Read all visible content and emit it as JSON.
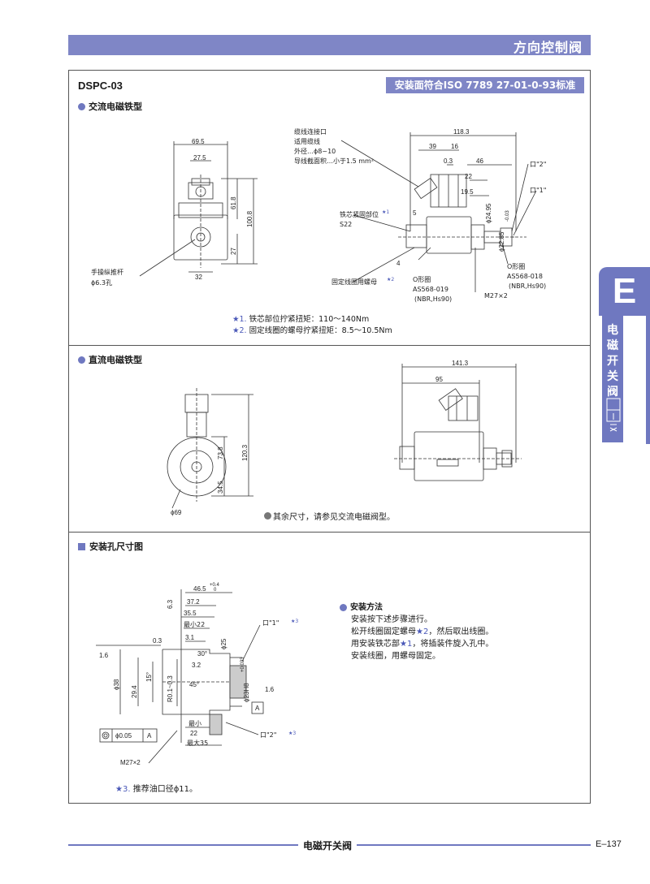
{
  "header": {
    "title": "方向控制阀"
  },
  "model": "DSPC-03",
  "standard_badge": "安装面符合ISO 7789 27-01-0-93标准",
  "sections": {
    "ac": "交流电磁铁型",
    "dc": "直流电磁铁型",
    "mount": "安装孔尺寸图"
  },
  "ac_front": {
    "dims": [
      "69.5",
      "27.5",
      "61.8",
      "100.8",
      "27",
      "32"
    ],
    "labels": [
      "手操纵推杆",
      "ϕ6.3孔"
    ]
  },
  "ac_side": {
    "dims": [
      "118.3",
      "39",
      "16",
      "0.3",
      "46",
      "22",
      "19.5",
      "ϕ24.95",
      "5",
      "4",
      "ϕ22.85",
      "-0.03"
    ],
    "labels": {
      "cable1": "缆线连接口",
      "cable2": "适用缆线",
      "cable3": "外径…ϕ8~10",
      "cable4": "导线截面积…小于1.5 mm²",
      "core": "铁芯紧固部位",
      "s22": "S22",
      "nut": "固定线圈用螺母",
      "oring1": "O形圈",
      "as019": "AS568-019",
      "nbr1": "(NBR,Hs90)",
      "m27": "M27×2",
      "port2": "口\"2\"",
      "port1": "口\"1\"",
      "oring2": "O形圈",
      "as018": "AS568-018",
      "nbr2": "(NBR,Hs90)"
    },
    "stars": {
      "s1": "★1",
      "s2": "★2"
    }
  },
  "ac_notes": {
    "n1_star": "★1.",
    "n1_text": "铁芯部位拧紧扭矩：110～140Nm",
    "n2_star": "★2.",
    "n2_text": "固定线圈的螺母拧紧扭矩：8.5～10.5Nm"
  },
  "dc_front": {
    "dims": [
      "73.8",
      "120.3",
      "34.5",
      "ϕ69"
    ]
  },
  "dc_side": {
    "dims": [
      "141.3",
      "95"
    ]
  },
  "dc_note": "其余尺寸，请参见交流电磁阀型。",
  "mount": {
    "dims": [
      "46.5",
      "+0.4",
      "0",
      "37.2",
      "35.5",
      "最小22",
      "3.1",
      "6.3",
      "0.3",
      "1.6",
      "ϕ38",
      "29.4",
      "15°",
      "R0.1~0.3",
      "45°",
      "30°",
      "3.2",
      "ϕ25",
      "ϕ23H8",
      "+0.033",
      "1.6",
      "最小",
      "22",
      "最大35",
      "M27×2",
      "ϕ0.05",
      "A",
      "A"
    ],
    "labels": {
      "port1": "口\"1\"",
      "port2": "口\"2\"",
      "star3": "★3"
    }
  },
  "install": {
    "title": "安装方法",
    "line1": "安装按下述步骤进行。",
    "line2a": "松开线圈固定螺母",
    "line2s": "★2",
    "line2b": "，然后取出线圈。",
    "line3a": "用安装铁芯部",
    "line3s": "★1",
    "line3b": "，将插装件旋入孔中。",
    "line4": "安装线圈，用螺母固定。"
  },
  "mount_note": {
    "star": "★3.",
    "text": "推荐油口径ϕ11。"
  },
  "side_tab": {
    "letter": "E",
    "text": "电磁开关阀"
  },
  "footer": {
    "title": "电磁开关阀",
    "page": "E–137"
  }
}
